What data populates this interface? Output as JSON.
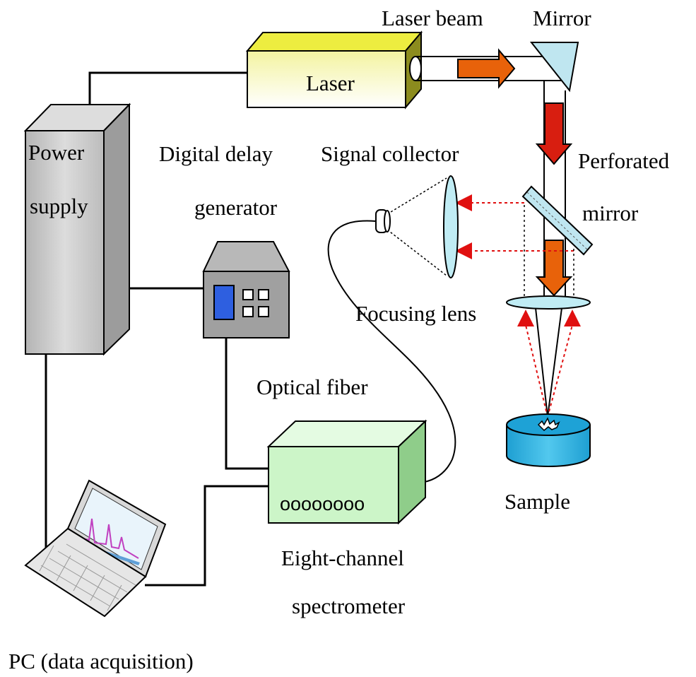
{
  "labels": {
    "laser_beam": "Laser beam",
    "mirror": "Mirror",
    "laser": "Laser",
    "power_supply_line1": "Power",
    "power_supply_line2": "supply",
    "digital_delay": "Digital delay",
    "generator": "generator",
    "signal_collector": "Signal collector",
    "perforated": "Perforated",
    "mirror2": "mirror",
    "focusing_lens": "Focusing lens",
    "optical_fiber": "Optical fiber",
    "sample": "Sample",
    "eight_channel": "Eight-channel",
    "spectrometer": "spectrometer",
    "pc": "PC (data acquisition)",
    "spectrometer_ports": "oooooooo"
  },
  "colors": {
    "laser_body": "#fbfbcf",
    "laser_side": "#8e8e20",
    "laser_top": "#eaea3a",
    "beam_orange": "#e8620a",
    "beam_red": "#d81e10",
    "signal_red": "#e01010",
    "power_supply": "#c8c8c8",
    "delay_gen": "#a0a0a0",
    "delay_screen": "#2e5fe0",
    "spectrometer_front": "#ccf5c8",
    "spectrometer_side": "#8fcd8a",
    "lens": "#c0ecf4",
    "sample": "#1aa6d8"
  }
}
